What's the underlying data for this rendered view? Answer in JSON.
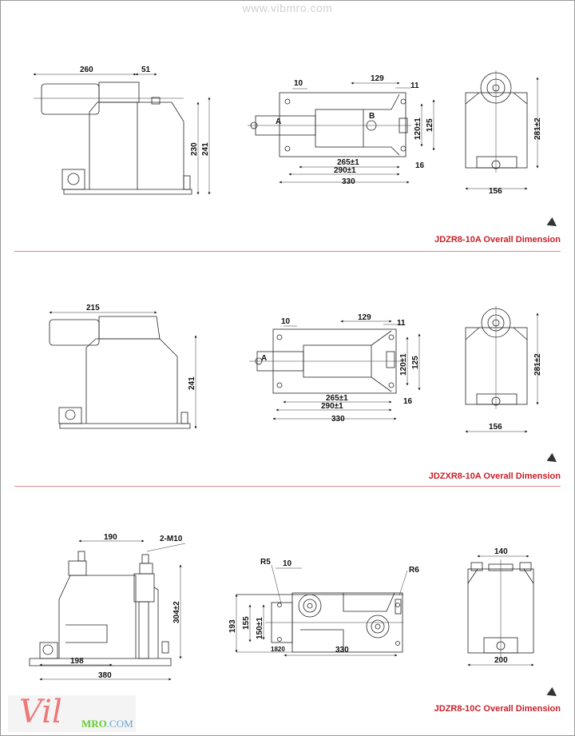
{
  "watermark": "www.vibmro.com",
  "sections": [
    {
      "caption": "JDZR8-10A Overall Dimension",
      "side": {
        "d1": "260",
        "d2": "51",
        "h1": "230",
        "h2": "241"
      },
      "top": {
        "d10": "10",
        "d129": "129",
        "d11": "11",
        "v1": "120±1",
        "v2": "125",
        "h265": "265±1",
        "h290": "290±1",
        "h330": "330",
        "d16": "16",
        "labelA": "A",
        "labelB": "B"
      },
      "end": {
        "h": "281±2",
        "w": "156"
      }
    },
    {
      "caption": "JDZXR8-10A Overall Dimension",
      "side": {
        "d1": "215",
        "h2": "241"
      },
      "top": {
        "d10": "10",
        "d129": "129",
        "d11": "11",
        "v1": "120±1",
        "v2": "125",
        "h265": "265±1",
        "h290": "290±1",
        "h330": "330",
        "d16": "16",
        "labelA": "A"
      },
      "end": {
        "h": "281±2",
        "w": "156"
      }
    },
    {
      "caption": "JDZR8-10C Overall Dimension",
      "side": {
        "d190": "190",
        "m10": "2-M10",
        "h": "304±2",
        "d198": "198",
        "d380": "380"
      },
      "top": {
        "r5": "R5",
        "d10": "10",
        "r6": "R6",
        "v193": "193",
        "v155": "155",
        "v150": "150±1",
        "d1820": "1820",
        "d330": "330"
      },
      "end": {
        "d140": "140",
        "d200": "200"
      }
    }
  ],
  "logo": {
    "script": "Vil",
    "brand1": "MRO",
    "brand2": ".COM"
  }
}
